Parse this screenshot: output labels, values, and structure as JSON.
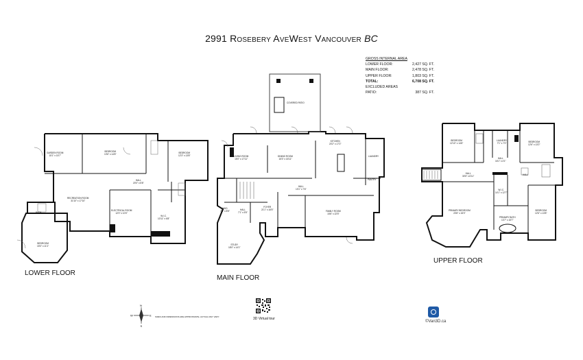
{
  "header": {
    "num": "2991",
    "street": "Rosebery Ave",
    "street2": "West Vancouver",
    "prov": "BC"
  },
  "area": {
    "heading": "GROSS INTERNAL AREA",
    "rows": [
      {
        "k": "LOWER FLOOR:",
        "v": "2,427 SQ. FT."
      },
      {
        "k": "MAIN FLOOR:",
        "v": "2,478 SQ. FT."
      },
      {
        "k": "UPPER FLOOR:",
        "v": "1,803 SQ. FT."
      },
      {
        "k": "TOTAL:",
        "v": "6,708 SQ. FT."
      },
      {
        "k": "EXCLUDED AREAS",
        "v": ""
      },
      {
        "k": "PATIO:",
        "v": "387 SQ. FT."
      }
    ]
  },
  "floors": {
    "lower": "LOWER FLOOR",
    "main": "MAIN FLOOR",
    "upper": "UPPER FLOOR"
  },
  "rooms": {
    "lower": [
      {
        "n": "GARDEN ROOM",
        "d": "15'1\" x 15'7\""
      },
      {
        "n": "BEDROOM",
        "d": "13'6\" x 14'8\""
      },
      {
        "n": "BEDROOM",
        "d": "12'3\" x 13'8\""
      },
      {
        "n": "HALL",
        "d": "20'0\" x 5'8\""
      },
      {
        "n": "RECREATION ROOM",
        "d": "31'10\" x 17'10\""
      },
      {
        "n": "ELECTRICAL ROOM",
        "d": "12'0\" x 10'0\""
      },
      {
        "n": "W.I.C.",
        "d": "10'11\" x 6'8\""
      },
      {
        "n": "BATH",
        "d": ""
      },
      {
        "n": "BEDROOM",
        "d": "15'0\" x 11'1\""
      }
    ],
    "main": [
      {
        "n": "COVERED PATIO",
        "d": ""
      },
      {
        "n": "LIVING ROOM",
        "d": "15'0\" x 17'11\""
      },
      {
        "n": "DINING ROOM",
        "d": "15'3\" x 15'11\""
      },
      {
        "n": "KITCHEN",
        "d": "20'2\" x 17'2\""
      },
      {
        "n": "HALL",
        "d": "13'1\" x 7'6\""
      },
      {
        "n": "FOYER",
        "d": "21'1\" x 16'5\""
      },
      {
        "n": "FAMILY ROOM",
        "d": "15'6\" x 22'5\""
      },
      {
        "n": "STUDY",
        "d": "18'0\" x 14'1\""
      },
      {
        "n": "MUD",
        "d": "7'8\" x 8'5\""
      },
      {
        "n": "HALL",
        "d": "7'1\" x 5'5\""
      },
      {
        "n": "PANTRY",
        "d": ""
      },
      {
        "n": "LAUNDRY",
        "d": ""
      }
    ],
    "upper": [
      {
        "n": "BEDROOM",
        "d": "12'10\" x 14'6\""
      },
      {
        "n": "LAUNDRY",
        "d": "7'1\" x 7'0\""
      },
      {
        "n": "BEDROOM",
        "d": "12'6\" x 13'2\""
      },
      {
        "n": "HALL",
        "d": "16'1\" x 4'1\""
      },
      {
        "n": "HALL",
        "d": "30'5\" x 6'11\""
      },
      {
        "n": "PRIMARY BEDROOM",
        "d": "20'8\" x 15'0\""
      },
      {
        "n": "W.I.C.",
        "d": "14'1\" x 12'7\""
      },
      {
        "n": "PRIMARY BATH",
        "d": "13'7\" x 15'7\""
      },
      {
        "n": "BEDROOM",
        "d": "12'6\" x 13'8\""
      },
      {
        "n": "HALL",
        "d": ""
      }
    ]
  },
  "footer": {
    "disclaimer": "SIZES AND DIMENSIONS ARE APPROXIMATE, ACTUAL MAY VARY.",
    "virtual_tour": "3D Virtual tour",
    "brand": "©Van3D.ca",
    "compass": [
      "N",
      "E",
      "S",
      "W"
    ]
  }
}
